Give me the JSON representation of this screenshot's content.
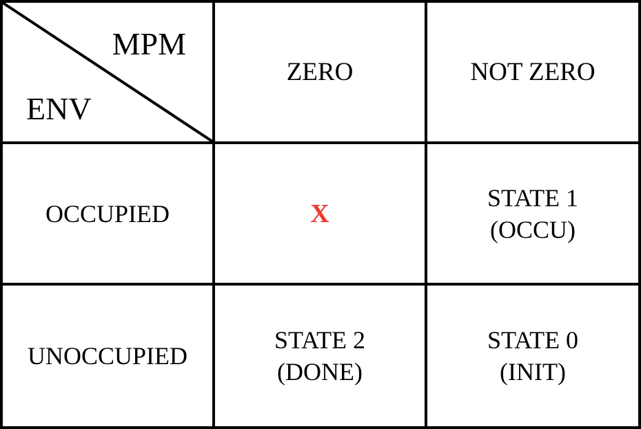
{
  "table": {
    "corner": {
      "top_label": "MPM",
      "left_label": "ENV"
    },
    "columns": [
      "ZERO",
      "NOT ZERO"
    ],
    "rows": [
      {
        "label": "OCCUPIED",
        "cells": [
          {
            "mark": "X"
          },
          {
            "state": "STATE 1",
            "code": "(OCCU)"
          }
        ]
      },
      {
        "label": "UNOCCUPIED",
        "cells": [
          {
            "state": "STATE 2",
            "code": "(DONE)"
          },
          {
            "state": "STATE 0",
            "code": "(INIT)"
          }
        ]
      }
    ],
    "colors": {
      "invalid_mark": "#f03a32",
      "border": "#000000",
      "background": "#ffffff"
    }
  }
}
